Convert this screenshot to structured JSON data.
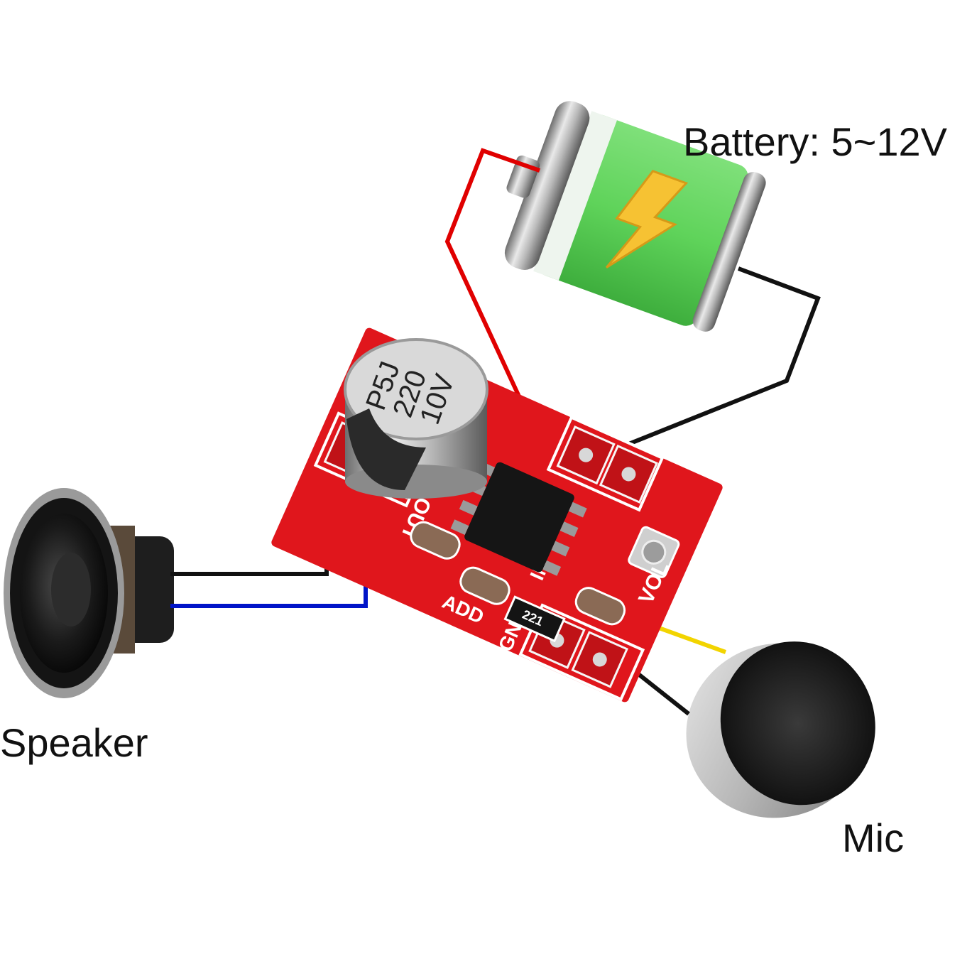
{
  "labels": {
    "battery": "Battery: 5~12V",
    "speaker": "Speaker",
    "mic": "Mic"
  },
  "board": {
    "pin_out": "OUT",
    "pin_vol": "VOL",
    "pin_in": "IN",
    "pin_gnd": "GND",
    "add_marking": "ADD",
    "capacitor_marking": [
      "P5J",
      "220",
      "10V"
    ],
    "resistor_marking": "221"
  },
  "colors": {
    "board": "#e0161c",
    "wire_power_positive": "#e00000",
    "wire_ground": "#111111",
    "wire_speaker_negative": "#111111",
    "wire_speaker_positive": "#0014c8",
    "wire_mic_signal": "#f2d400",
    "battery_body": "#5fd35a",
    "battery_bolt": "#f6c233"
  }
}
